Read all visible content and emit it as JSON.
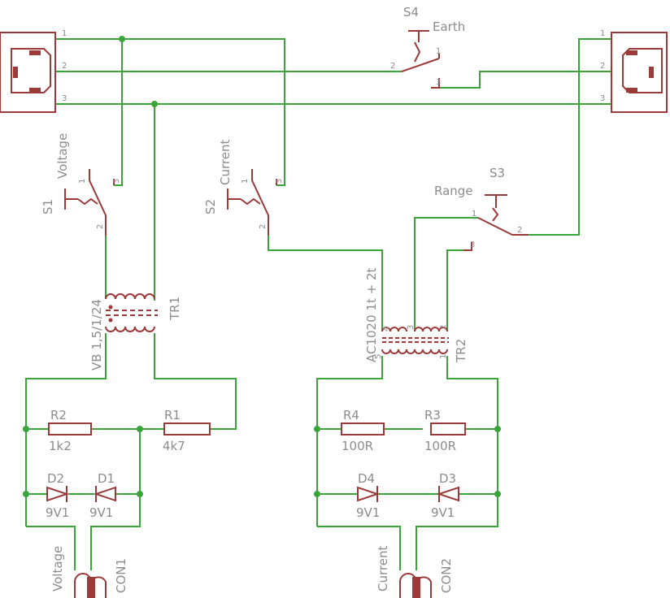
{
  "sockets": {
    "left_pins": [
      "1",
      "2",
      "3"
    ],
    "right_pins": [
      "1",
      "2",
      "3"
    ]
  },
  "switches": {
    "s4": {
      "name": "S4",
      "value": "Earth",
      "pins": [
        "1",
        "2",
        "3"
      ]
    },
    "s1": {
      "name": "S1",
      "value": "Voltage",
      "pins": [
        "1",
        "2",
        "3"
      ]
    },
    "s2": {
      "name": "S2",
      "value": "Current",
      "pins": [
        "1",
        "2",
        "3"
      ]
    },
    "s3": {
      "name": "S3",
      "value": "Range",
      "pins": [
        "1",
        "2",
        "3"
      ]
    }
  },
  "transformers": {
    "tr1": {
      "name": "TR1",
      "value": "VB 1,5/1/24"
    },
    "tr2": {
      "name": "TR2",
      "value": "AC1020 1t + 2t",
      "pins": [
        "4",
        "3",
        "2",
        "5",
        "1"
      ]
    }
  },
  "resistors": {
    "r1": {
      "name": "R1",
      "value": "4k7"
    },
    "r2": {
      "name": "R2",
      "value": "1k2"
    },
    "r3": {
      "name": "R3",
      "value": "100R"
    },
    "r4": {
      "name": "R4",
      "value": "100R"
    }
  },
  "diodes": {
    "d1": {
      "name": "D1",
      "value": "9V1"
    },
    "d2": {
      "name": "D2",
      "value": "9V1"
    },
    "d3": {
      "name": "D3",
      "value": "9V1"
    },
    "d4": {
      "name": "D4",
      "value": "9V1"
    }
  },
  "connectors": {
    "con1": {
      "name": "CON1",
      "value": "Voltage"
    },
    "con2": {
      "name": "CON2",
      "value": "Current"
    }
  },
  "colors": {
    "wire": "#3aa63a",
    "part": "#9c3a3a",
    "label": "#8c8c8c"
  }
}
